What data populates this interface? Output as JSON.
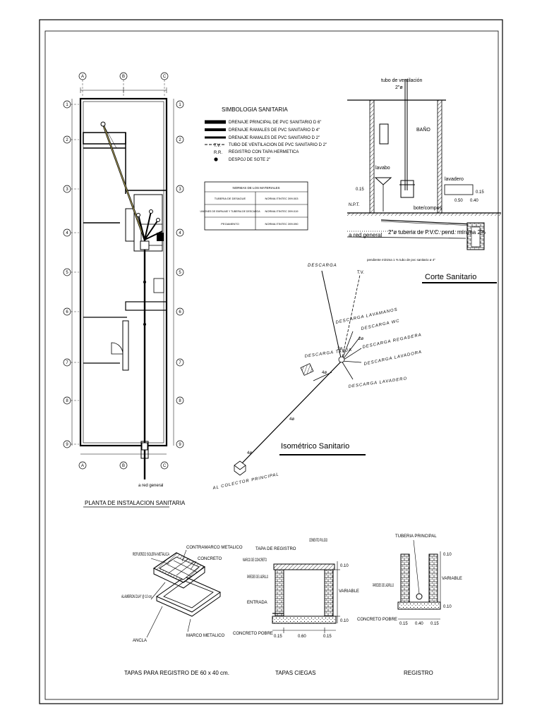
{
  "plan": {
    "title": "PLANTA DE INSTALACION SANITARIA",
    "axis_letters": [
      "A",
      "B",
      "C"
    ],
    "axis_numbers": [
      "1",
      "2",
      "3",
      "4",
      "5",
      "6",
      "7",
      "8",
      "9"
    ],
    "bottom_note": "a red general"
  },
  "legend": {
    "title": "SIMBOLOGIA SANITARIA",
    "items": [
      "DRENAJE PRINCIPAL DE PVC SANITARIO D 6\"",
      "DRENAJE RAMALES DE PVC SANITARIO D 4\"",
      "DRENAJE RAMALES DE PVC SANITARIO D 2\"",
      "TUBO DE VENTILACION DE PVC SANITARIO D 2\"",
      "REGISTRO CON TAPA HERMETICA",
      "DESPOJ DE SOTE 2\""
    ],
    "abbr": [
      "T.V.",
      "R.R."
    ]
  },
  "norms": {
    "title": "NORMAS DE LOS MATERIALES",
    "rows": [
      [
        "TUBERIA DE DESAGUE",
        "NORMA ITINTEC 399.003"
      ],
      [
        "UNIONES DE EMPALME Y TUBERIA DE DESCARGA",
        "NORMA ITINTEC 399.019"
      ],
      [
        "PEGAMENTO",
        "NORMA ITINTEC 399.090"
      ]
    ]
  },
  "section": {
    "title": "Corte Sanitario",
    "labels": {
      "vent": "tubo de ventilación",
      "vent_size": "2\"ø",
      "bath": "BAÑO",
      "sink": "lavabo",
      "laundry": "lavadero",
      "trap": "bote/compos",
      "network": "a red general",
      "pipe": "2\"ø tuberia de P.V.C. pend. mínima 2%",
      "foot": "pendiente mínima 1 % tubo de pvc sanitario ø 4\"",
      "levels": [
        "0.15",
        "0.50",
        "0.15",
        "0.40"
      ],
      "npt": "N.P.T."
    }
  },
  "iso": {
    "title": "Isométrico Sanitario",
    "labels": {
      "descarga_top": "DESCARGA",
      "tv": "T.V.",
      "lavamanos": "DESCARGA LAVAMANOS",
      "wc": "DESCARGA WC",
      "regadera": "DESCARGA REGADERA",
      "lavadora": "DESCARGA LAVADORA",
      "tarja": "DESCARGA TARJA",
      "lavadero": "DESCARGA LAVADERO",
      "colector": "AL COLECTOR PRINCIPAL",
      "d2a": "2ø",
      "d2b": "2ø",
      "d4a": "4ø",
      "d4b": "4ø",
      "d4c": "4ø"
    }
  },
  "detail_lid": {
    "caption": "TAPAS PARA REGISTRO DE 60 x 40 cm.",
    "labels": {
      "refuerzo": "REFUERZO SOLERA METALICA",
      "contramarco": "CONTRAMARCO METALICO",
      "concreto": "CONCRETO",
      "alambron": "ALAMBRON D1/4\" @ 10 cm.",
      "ancla": "ANCLA",
      "marco": "MARCO METALICO"
    }
  },
  "detail_blind": {
    "caption": "TAPAS CIEGAS",
    "labels": {
      "cemento": "CEMENTO PULIDO",
      "tapa": "TAPA DE REGISTRO",
      "marco": "MARCO DE CONCRETO",
      "paredes": "PAREDES DE LADRILLO",
      "entrada": "ENTRADA",
      "pobre": "CONCRETO POBRE",
      "variable": "VARIABLE",
      "d_top": "0.10",
      "d_bot": "0.10",
      "w1": "0.15",
      "w2": "0.60",
      "w3": "0.15"
    }
  },
  "detail_box": {
    "caption": "REGISTRO",
    "labels": {
      "tuberia": "TUBERIA PRINCIPAL",
      "paredes": "PAREDES DE LADRILLO",
      "pobre": "CONCRETO POBRE",
      "variable": "VARIABLE",
      "d_top": "0.10",
      "d_bot": "0.10",
      "w1": "0.15",
      "w2": "0.40",
      "w3": "0.15"
    }
  }
}
